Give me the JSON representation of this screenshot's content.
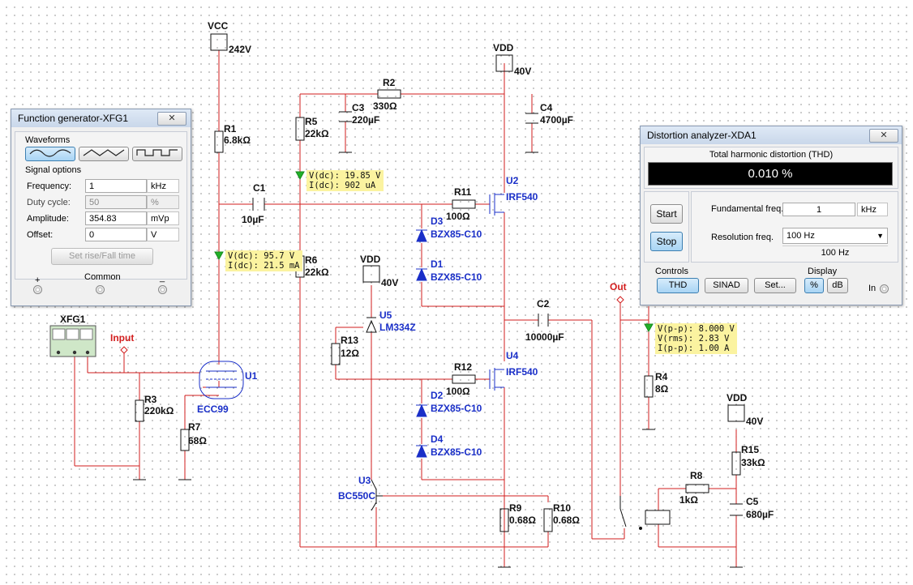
{
  "supplies": {
    "vcc_label": "VCC",
    "vcc_value": "242V",
    "vdd_label": "VDD",
    "vdd_value": "40V"
  },
  "components": {
    "r1": {
      "ref": "R1",
      "value": "6.8kΩ"
    },
    "r2": {
      "ref": "R2",
      "value": "330Ω"
    },
    "r3": {
      "ref": "R3",
      "value": "220kΩ"
    },
    "r4": {
      "ref": "R4",
      "value": "8Ω"
    },
    "r5": {
      "ref": "R5",
      "value": "22kΩ"
    },
    "r6": {
      "ref": "R6",
      "value": "22kΩ"
    },
    "r7": {
      "ref": "R7",
      "value": "68Ω"
    },
    "r8": {
      "ref": "R8",
      "value": "1kΩ"
    },
    "r9": {
      "ref": "R9",
      "value": "0.68Ω"
    },
    "r10": {
      "ref": "R10",
      "value": "0.68Ω"
    },
    "r11": {
      "ref": "R11",
      "value": "100Ω"
    },
    "r12": {
      "ref": "R12",
      "value": "100Ω"
    },
    "r13": {
      "ref": "R13",
      "value": "12Ω"
    },
    "r15": {
      "ref": "R15",
      "value": "33kΩ"
    },
    "c1": {
      "ref": "C1",
      "value": "10µF"
    },
    "c2": {
      "ref": "C2",
      "value": "10000µF"
    },
    "c3": {
      "ref": "C3",
      "value": "220µF"
    },
    "c4": {
      "ref": "C4",
      "value": "4700µF"
    },
    "c5": {
      "ref": "C5",
      "value": "680µF"
    },
    "d1": {
      "ref": "D1",
      "value": "BZX85-C10"
    },
    "d2": {
      "ref": "D2",
      "value": "BZX85-C10"
    },
    "d3": {
      "ref": "D3",
      "value": "BZX85-C10"
    },
    "d4": {
      "ref": "D4",
      "value": "BZX85-C10"
    },
    "u1": {
      "ref": "U1",
      "value": "ECC99"
    },
    "u2": {
      "ref": "U2",
      "value": "IRF540"
    },
    "u3": {
      "ref": "U3",
      "value": "BC550C"
    },
    "u4": {
      "ref": "U4",
      "value": "IRF540"
    },
    "u5": {
      "ref": "U5",
      "value": "LM334Z"
    },
    "xfg1": {
      "ref": "XFG1"
    }
  },
  "nets": {
    "input": "Input",
    "out": "Out"
  },
  "probes": {
    "p1": {
      "line1": "V(dc): 19.85 V",
      "line2": "I(dc): 902 uA"
    },
    "p2": {
      "line1": "V(dc): 95.7 V",
      "line2": "I(dc): 21.5 mA"
    },
    "p3": {
      "line1": "V(p-p): 8.000 V",
      "line2": "V(rms): 2.83 V",
      "line3": "I(p-p): 1.00 A"
    }
  },
  "function_generator": {
    "title": "Function generator-XFG1",
    "close": "✕",
    "waveforms_label": "Waveforms",
    "signal_options_label": "Signal options",
    "frequency": {
      "label": "Frequency:",
      "value": "1",
      "unit": "kHz"
    },
    "duty_cycle": {
      "label": "Duty cycle:",
      "value": "50",
      "unit": "%"
    },
    "amplitude": {
      "label": "Amplitude:",
      "value": "354.83",
      "unit": "mVp"
    },
    "offset": {
      "label": "Offset:",
      "value": "0",
      "unit": "V"
    },
    "rise_fall_button": "Set rise/Fall time",
    "plus_label": "+",
    "common_label": "Common",
    "minus_label": "_"
  },
  "distortion_analyzer": {
    "title": "Distortion analyzer-XDA1",
    "close": "✕",
    "thd_header": "Total harmonic distortion (THD)",
    "reading": "0.010 %",
    "start_button": "Start",
    "stop_button": "Stop",
    "fundamental_label": "Fundamental freq.",
    "fundamental_value": "1",
    "fundamental_unit": "kHz",
    "resolution_label": "Resolution freq.",
    "resolution_value": "100 Hz",
    "resolution_readout": "100 Hz",
    "controls_label": "Controls",
    "display_label": "Display",
    "thd_button": "THD",
    "sinad_button": "SINAD",
    "set_button": "Set...",
    "percent_button": "%",
    "db_button": "dB",
    "in_label": "In"
  }
}
